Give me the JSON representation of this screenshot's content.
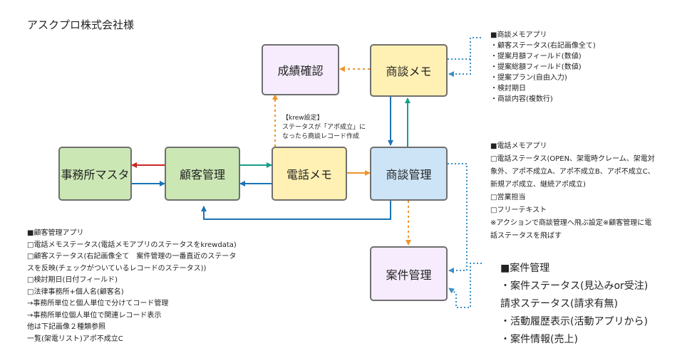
{
  "title": "アスクプロ株式会社様",
  "boxes": {
    "seiseki": "成績確認",
    "shodan_memo": "商談メモ",
    "jimusho": "事務所マスタ",
    "kokyaku": "顧客管理",
    "denwa": "電話メモ",
    "shodan_kanri": "商談管理",
    "anken": "案件管理"
  },
  "colors": {
    "purple_box": "#f6ecfd",
    "yellow_box": "#fff0b3",
    "green_box": "#cbe7b4",
    "blue_box": "#cde4f7",
    "teal_arrow": "#169f8a",
    "blue_arrow": "#1a73b5",
    "red_arrow": "#c62828",
    "orange_arrow": "#f0932b",
    "dotted_blue": "#3b8fc7"
  },
  "caption": [
    "【krew設定】",
    "ステータスが「アポ成立」に",
    "なったら商談レコード作成"
  ],
  "right_top": [
    "■商談メモアプリ",
    "・顧客ステータス(右記画像全て)",
    "・提案月額フィールド(数値)",
    "・提案総額フィールド(数値)",
    "・提案プラン(自由入力)",
    "・検討期日",
    "・商談内容(複数行)"
  ],
  "right_mid": [
    "■電話メモアプリ",
    "□電話ステータス(OPEN、架電時クレーム、架電対",
    "象外、アポ不成立A、アポ不成立B、アポ不成立C、",
    "新規アポ成立、継続アポ成立)",
    "□営業担当",
    "□フリーテキスト",
    "※アクションで商談管理へ飛ぶ設定※顧客管理に電",
    "話ステータスを飛ばす"
  ],
  "right_bottom": [
    "■案件管理",
    "・案件ステータス(見込みor受注)",
    "請求ステータス(請求有無)",
    "・活動履歴表示(活動アプリから)",
    "・案件情報(売上)"
  ],
  "left_bottom": [
    "■顧客管理アプリ",
    "□電話メモステータス(電話メモアプリのステータスをkrewdata)",
    "□顧客ステータス(右記画像全て　案件管理の一番直近のステータ",
    "スを反映(チェックがついているレコードのステータス))",
    "□検討期日(日付フィールド)",
    "□法律事務所+個人名(顧客名)",
    "→事務所単位と個人単位で分けてコード管理",
    "→事務所単位個人単位で関連レコード表示",
    "他は下記画像２種類参照",
    "一覧(架電リスト)アポ不成立C"
  ]
}
